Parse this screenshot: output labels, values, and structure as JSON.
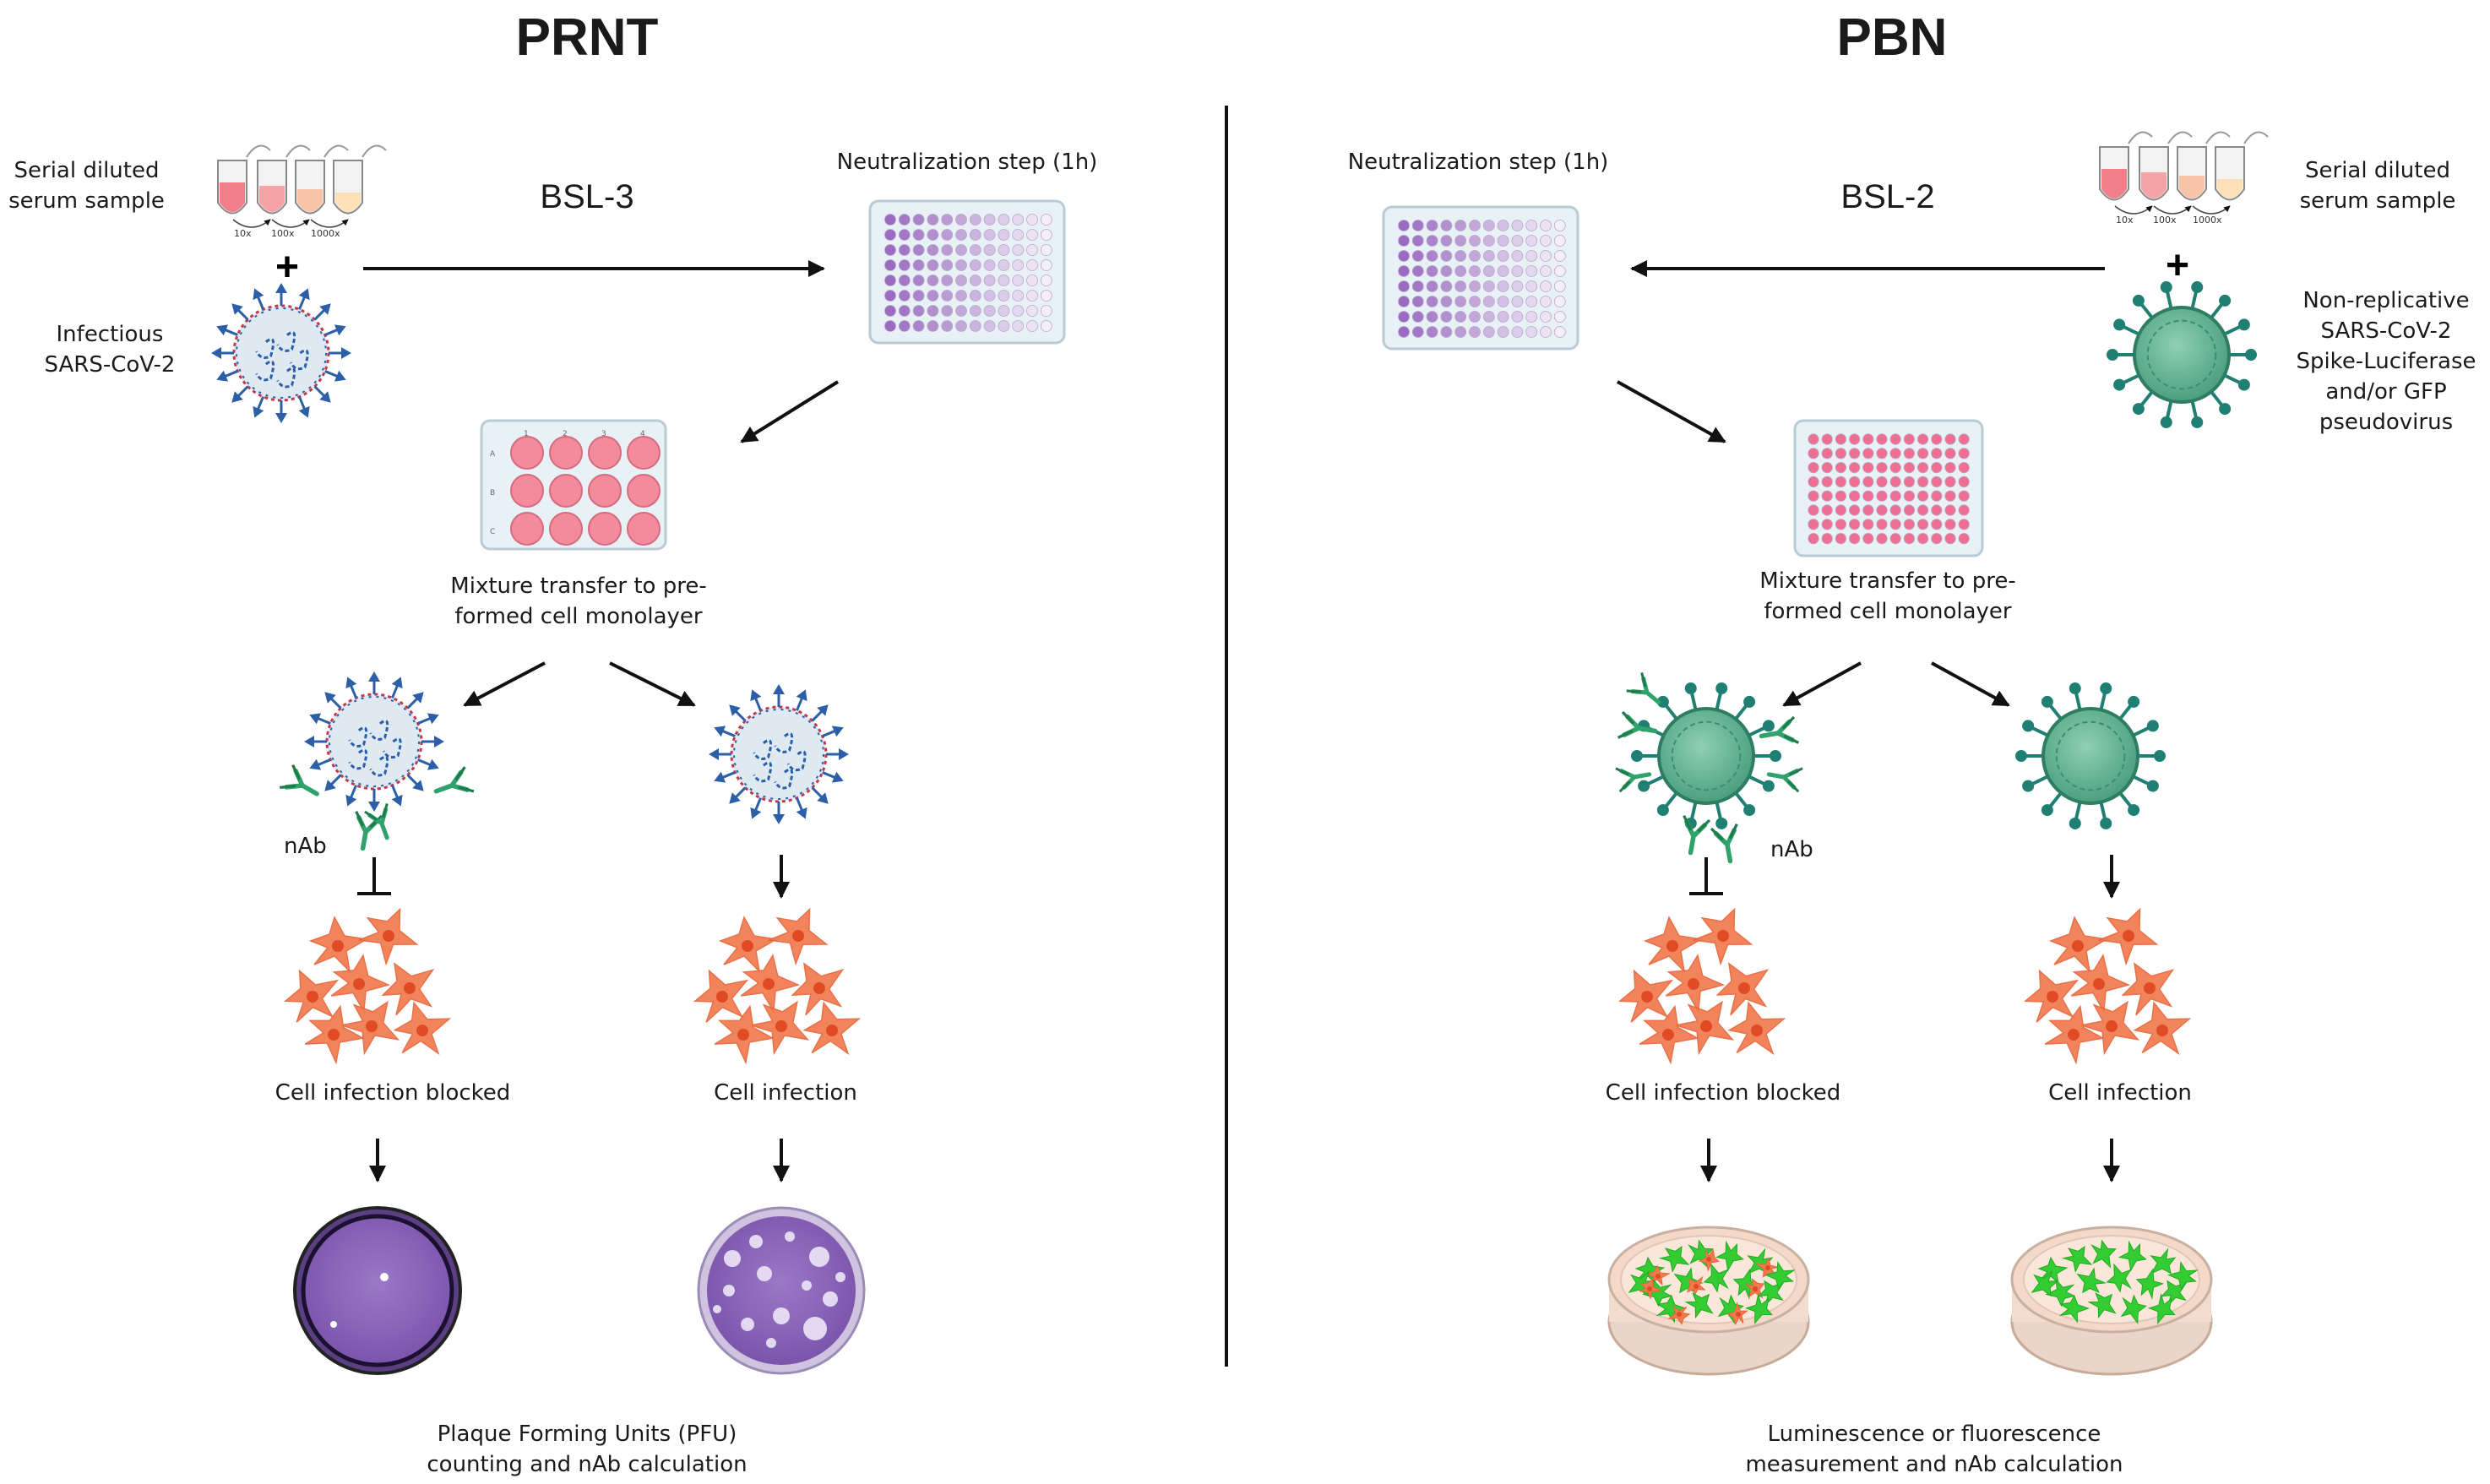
{
  "titles": {
    "left": "PRNT",
    "right": "PBN"
  },
  "biosafety": {
    "left": "BSL-3",
    "right": "BSL-2"
  },
  "left_panel": {
    "sample_label": [
      "Serial diluted",
      "serum sample"
    ],
    "dilutions": [
      "10x",
      "100x",
      "1000x"
    ],
    "plus": "+",
    "virus_label": [
      "Infectious",
      "SARS-CoV-2"
    ],
    "neutralization_label": "Neutralization step (1h)",
    "transfer_label": [
      "Mixture transfer to pre-",
      "formed cell monolayer"
    ],
    "plate_cols": [
      "1",
      "2",
      "3",
      "4"
    ],
    "plate_rows": [
      "A",
      "B",
      "C"
    ],
    "nab_label": "nAb",
    "blocked_label": "Cell infection blocked",
    "infection_label": "Cell infection",
    "readout_label": [
      "Plaque Forming Units (PFU)",
      "counting and nAb calculation"
    ]
  },
  "right_panel": {
    "sample_label": [
      "Serial diluted",
      "serum sample"
    ],
    "dilutions": [
      "10x",
      "100x",
      "1000x"
    ],
    "plus": "+",
    "virus_label": [
      "Non-replicative",
      "SARS-CoV-2",
      "Spike-Luciferase",
      "and/or GFP",
      "pseudovirus"
    ],
    "neutralization_label": "Neutralization step (1h)",
    "transfer_label": [
      "Mixture transfer to pre-",
      "formed cell monolayer"
    ],
    "nab_label": "nAb",
    "blocked_label": "Cell infection blocked",
    "infection_label": "Cell infection",
    "readout_label": [
      "Luminescence or fluorescence",
      "measurement and nAb calculation"
    ]
  },
  "colors": {
    "virus_blue": "#2d5fa8",
    "virus_green": "#3f9a80",
    "antibody_green": "#2fa36b",
    "cell_orange": "#f07a4e",
    "plate_purple": "#a67bc7",
    "well_pink": "#f28b9c",
    "plaque_purple": "#8a63b8",
    "gfp_green": "#33cc33",
    "dish_peach": "#f4d9c9"
  },
  "icons": [
    "tube-rack-icon",
    "virus-icon",
    "pseudovirus-icon",
    "plate-96-icon",
    "plate-12-icon",
    "antibody-icon",
    "cell-cluster-icon",
    "plaque-dish-icon",
    "petri-dish-icon",
    "arrow-icon",
    "inhibit-icon"
  ]
}
